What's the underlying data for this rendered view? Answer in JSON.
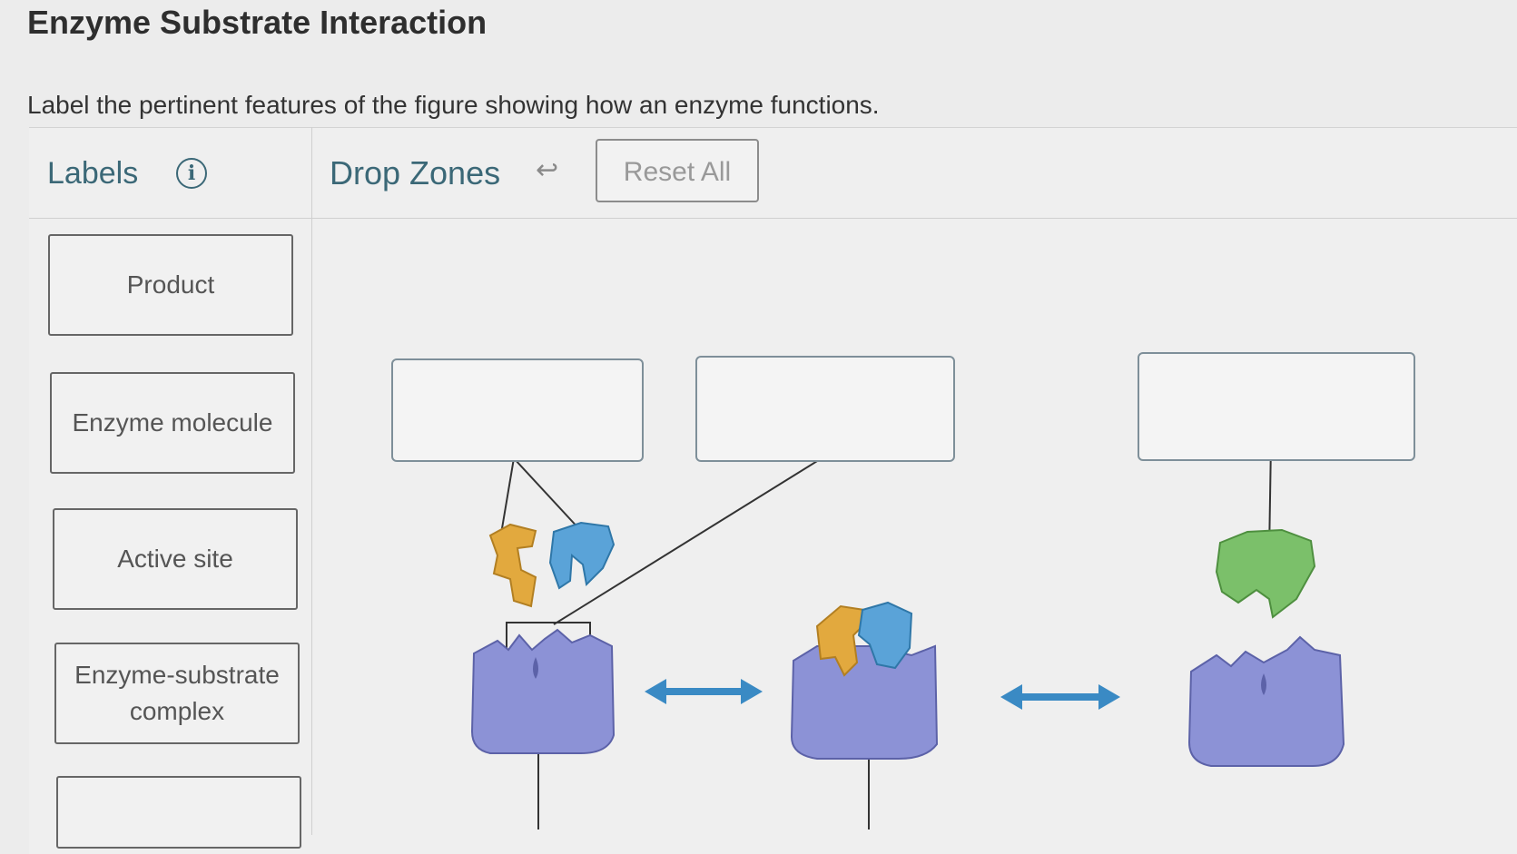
{
  "header": {
    "title": "Enzyme Substrate Interaction",
    "instructions": "Label the pertinent features of the figure showing how an enzyme functions."
  },
  "labels_panel": {
    "title": "Labels",
    "info_icon": "info-circle-icon",
    "items": [
      {
        "label": "Product"
      },
      {
        "label": "Enzyme molecule"
      },
      {
        "label": "Active site"
      },
      {
        "label": "Enzyme-substrate complex"
      },
      {
        "label": ""
      }
    ]
  },
  "drop_zones_panel": {
    "title": "Drop Zones",
    "undo_icon": "undo-arrow-icon",
    "reset_label": "Reset All",
    "zones": [
      {
        "value": ""
      },
      {
        "value": ""
      },
      {
        "value": ""
      }
    ]
  },
  "colors": {
    "accent": "#3b6877",
    "enzyme": "#8c92d6",
    "substrate_orange": "#e2a93e",
    "substrate_blue": "#5aa3d8",
    "product_green": "#7bc06a",
    "arrow": "#3a8ac4"
  }
}
